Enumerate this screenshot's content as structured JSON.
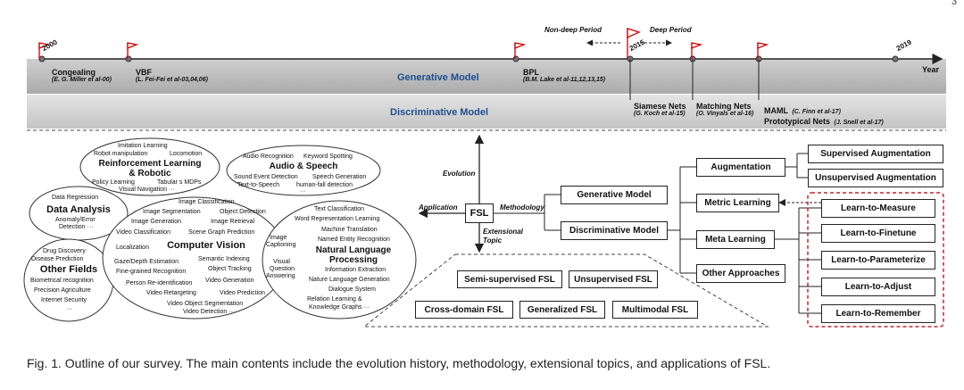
{
  "page_number": "3",
  "timeline": {
    "axis_label": "Year",
    "bands": {
      "generative": "Generative Model",
      "discriminative": "Discriminative Model"
    },
    "years": {
      "start": "2000",
      "mid": "2015",
      "end": "2019"
    },
    "periods": {
      "non_deep": "Non-deep Period",
      "deep": "Deep Period"
    },
    "events": {
      "congealing": {
        "name": "Congealing",
        "ref": "(E. G. Miller et al-00)"
      },
      "vbf": {
        "name": "VBF",
        "ref": "(L. Fei-Fei et al-03,04,06)"
      },
      "bpl": {
        "name": "BPL",
        "ref": "(B.M. Lake et al-11,12,13,15)"
      },
      "siamese": {
        "name": "Siamese Nets",
        "ref": "(G. Koch et al-15)"
      },
      "matching": {
        "name": "Matching Nets",
        "ref": "(O. Vinyals et al-16)"
      },
      "maml": {
        "name": "MAML",
        "ref": "(C. Finn et al-17)"
      },
      "protonet": {
        "name": "Prototypical Nets",
        "ref": "(J. Snell et al-17)"
      }
    }
  },
  "center": {
    "fsl": "FSL",
    "evolution": "Evolution",
    "application": "Application",
    "methodology": "Methodology",
    "extensional_topic": "Extensional Topic"
  },
  "methodology": {
    "generative": "Generative Model",
    "discriminative": "Discriminative Model",
    "augmentation": "Augmentation",
    "metric_learning": "Metric Learning",
    "meta_learning": "Meta Learning",
    "other_approaches": "Other Approaches",
    "supervised_aug": "Supervised Augmentation",
    "unsupervised_aug": "Unsupervised Augmentation",
    "meta_items": [
      "Learn-to-Measure",
      "Learn-to-Finetune",
      "Learn-to-Parameterize",
      "Learn-to-Adjust",
      "Learn-to-Remember"
    ]
  },
  "extensional": {
    "semi": "Semi-supervised FSL",
    "unsup": "Unsupervised FSL",
    "cross": "Cross-domain FSL",
    "gen": "Generalized FSL",
    "multi": "Multimodal FSL"
  },
  "applications": {
    "rl": {
      "title1": "Reinforcement Learning",
      "title2": "& Robotic",
      "items": [
        "Imitation Learning",
        "Robot manipulation",
        "Locomotion",
        "Policy Learning",
        "Tabular s MDPs",
        "Visual Navigation ···"
      ]
    },
    "audio": {
      "title": "Audio & Speech",
      "items": [
        "Audio Recognition",
        "Keyword Spotting",
        "Sound Event Detection",
        "Speech Generation",
        "Text-to-Speech",
        "human-fall detection",
        "···"
      ]
    },
    "data": {
      "title": "Data Analysis",
      "items": [
        "Data Regression",
        "Anomaly/Error",
        "Detection ···"
      ]
    },
    "other": {
      "title": "Other Fields",
      "items": [
        "Drug Discovery",
        "Disease Prediction",
        "Biometrical recognition",
        "Precision Agriculture",
        "Internet Security",
        "···"
      ]
    },
    "cv": {
      "title": "Computer Vision",
      "items": [
        "Image Classification",
        "Image Segmentation",
        "Object Detection",
        "Image Generation",
        "Image Retrieval",
        "Video Classification",
        "Scene Graph Prediction",
        "Localization",
        "Gaze/Depth Estimation",
        "Semantic Indexing",
        "Fine-grained Recognition",
        "Object Tracking",
        "Person Re-identification",
        "Video Generation",
        "Video Retargeting",
        "Video Prediction",
        "Video Object Segmentation",
        "Video Detection ···"
      ]
    },
    "nlp": {
      "title1": "Natural Language",
      "title2": "Processing",
      "items": [
        "Text Classification",
        "Word Representation Learning",
        "Machine Translation",
        "Named Entity Recognition",
        "Information Extraction",
        "Nature Language Generation",
        "Dialogue System",
        "Relation Learning &",
        "Knowledge Graphs ···"
      ],
      "shared": [
        "Image",
        "Captioning",
        "Visual",
        "Question",
        "Answering"
      ]
    }
  },
  "caption": "Fig. 1. Outline of our survey. The main contents include the evolution history, methodology, extensional topics, and applications of FSL."
}
